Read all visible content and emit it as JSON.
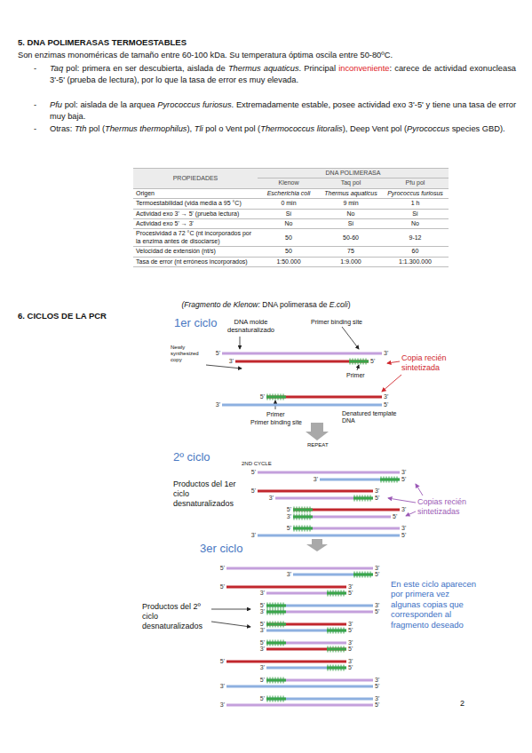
{
  "diagram": {
    "labels": [
      "5. DNA POLIMERASAS TERMOESTABLES",
      "Son enzimas monoméricas de tamaño entre 60-100 kDa. Su temperatura óptima oscila entre 50-80ºC.",
      "-",
      "Taq",
      " pol: primera en ser descubierta, aislada de ",
      "Thermus aquaticus",
      ". Principal ",
      "inconveniente",
      ": carece de actividad exonucleasa 3'-5' (prueba de lectura), por lo que la tasa de error es muy elevada.",
      "-",
      "Pfu",
      " pol: aislada de la arquea ",
      "Pyrococcus furiosus",
      ". Extremadamente estable, posee actividad exo 3'-5' y tiene una tasa de error muy baja.",
      "-",
      "Otras: ",
      "Tth",
      " pol (",
      "Thermus thermophilus",
      "), ",
      "Tli",
      " pol o Vent pol (",
      "Thermococcus litoralis",
      "), Deep Vent pol (",
      "Pyrococcus",
      " species GBD).",
      "PROPIEDADES",
      "DNA POLIMERASA",
      "Klenow",
      "Taq pol",
      "Pfu pol",
      "Origen",
      "Escherichia coli",
      "Thermus aquaticus",
      "Pyrococcus furiosus",
      "Termoestabilidad (vida media a 95 °C)",
      "0 min",
      "9 min",
      "1 h",
      "Actividad exo 3' → 5' (prueba lectura)",
      "Sí",
      "No",
      "Sí",
      "Actividad exo 5' → 3'",
      "No",
      "Sí",
      "No",
      "Procesividad a 72 °C (nt incorporados por la enzima antes de disociarse)",
      "50",
      "50-60",
      "9-12",
      "Velocidad de extensión (nt/s)",
      "50",
      "75",
      "60",
      "Tasa de error (nt erróneos incorporados)",
      "1:50.000",
      "1:9.000",
      "1:1.300.000",
      "(Fragmento de Klenow:",
      " DNA polimerasa de ",
      "E.coli",
      ")",
      "6. CICLOS DE LA PCR",
      "1er ciclo",
      "DNA molde desnaturalizado",
      "Primer binding site",
      "Newly synthesized copy",
      "Primer",
      "Copia recién sintetizada",
      "Primer",
      "Primer binding site",
      "Denatured template DNA",
      "REPEAT",
      "2º ciclo",
      "2ND CYCLE",
      "Productos del 1er ciclo desnaturalizados",
      "Copias recién sintetizadas",
      "3er ciclo",
      "Productos del 2º ciclo desnaturalizados",
      "En este ciclo aparecen por primera vez algunas copias que corresponden al fragmento deseado",
      "2",
      "5'",
      "3'",
      "3'",
      "5'",
      "5'",
      "3'",
      "3'",
      "5'",
      "5'",
      "3'",
      "3'",
      "5'",
      "5'",
      "3'",
      "3'",
      "5'",
      "5'",
      "3'",
      "3'",
      "5'",
      "5'",
      "3'",
      "3'",
      "5'",
      "5'",
      "3'",
      "3'",
      "5'",
      "5'",
      "3'",
      "3'",
      "5'",
      "5'",
      "3'",
      "3'",
      "5'",
      "5'",
      "3'",
      "3'",
      "5'",
      "5'",
      "3'",
      "3'",
      "5'",
      "5'",
      "3'",
      "3'",
      "5'",
      "5'",
      "3'",
      "3'",
      "5'",
      "5'",
      "3'",
      "3'",
      "5'"
    ]
  }
}
